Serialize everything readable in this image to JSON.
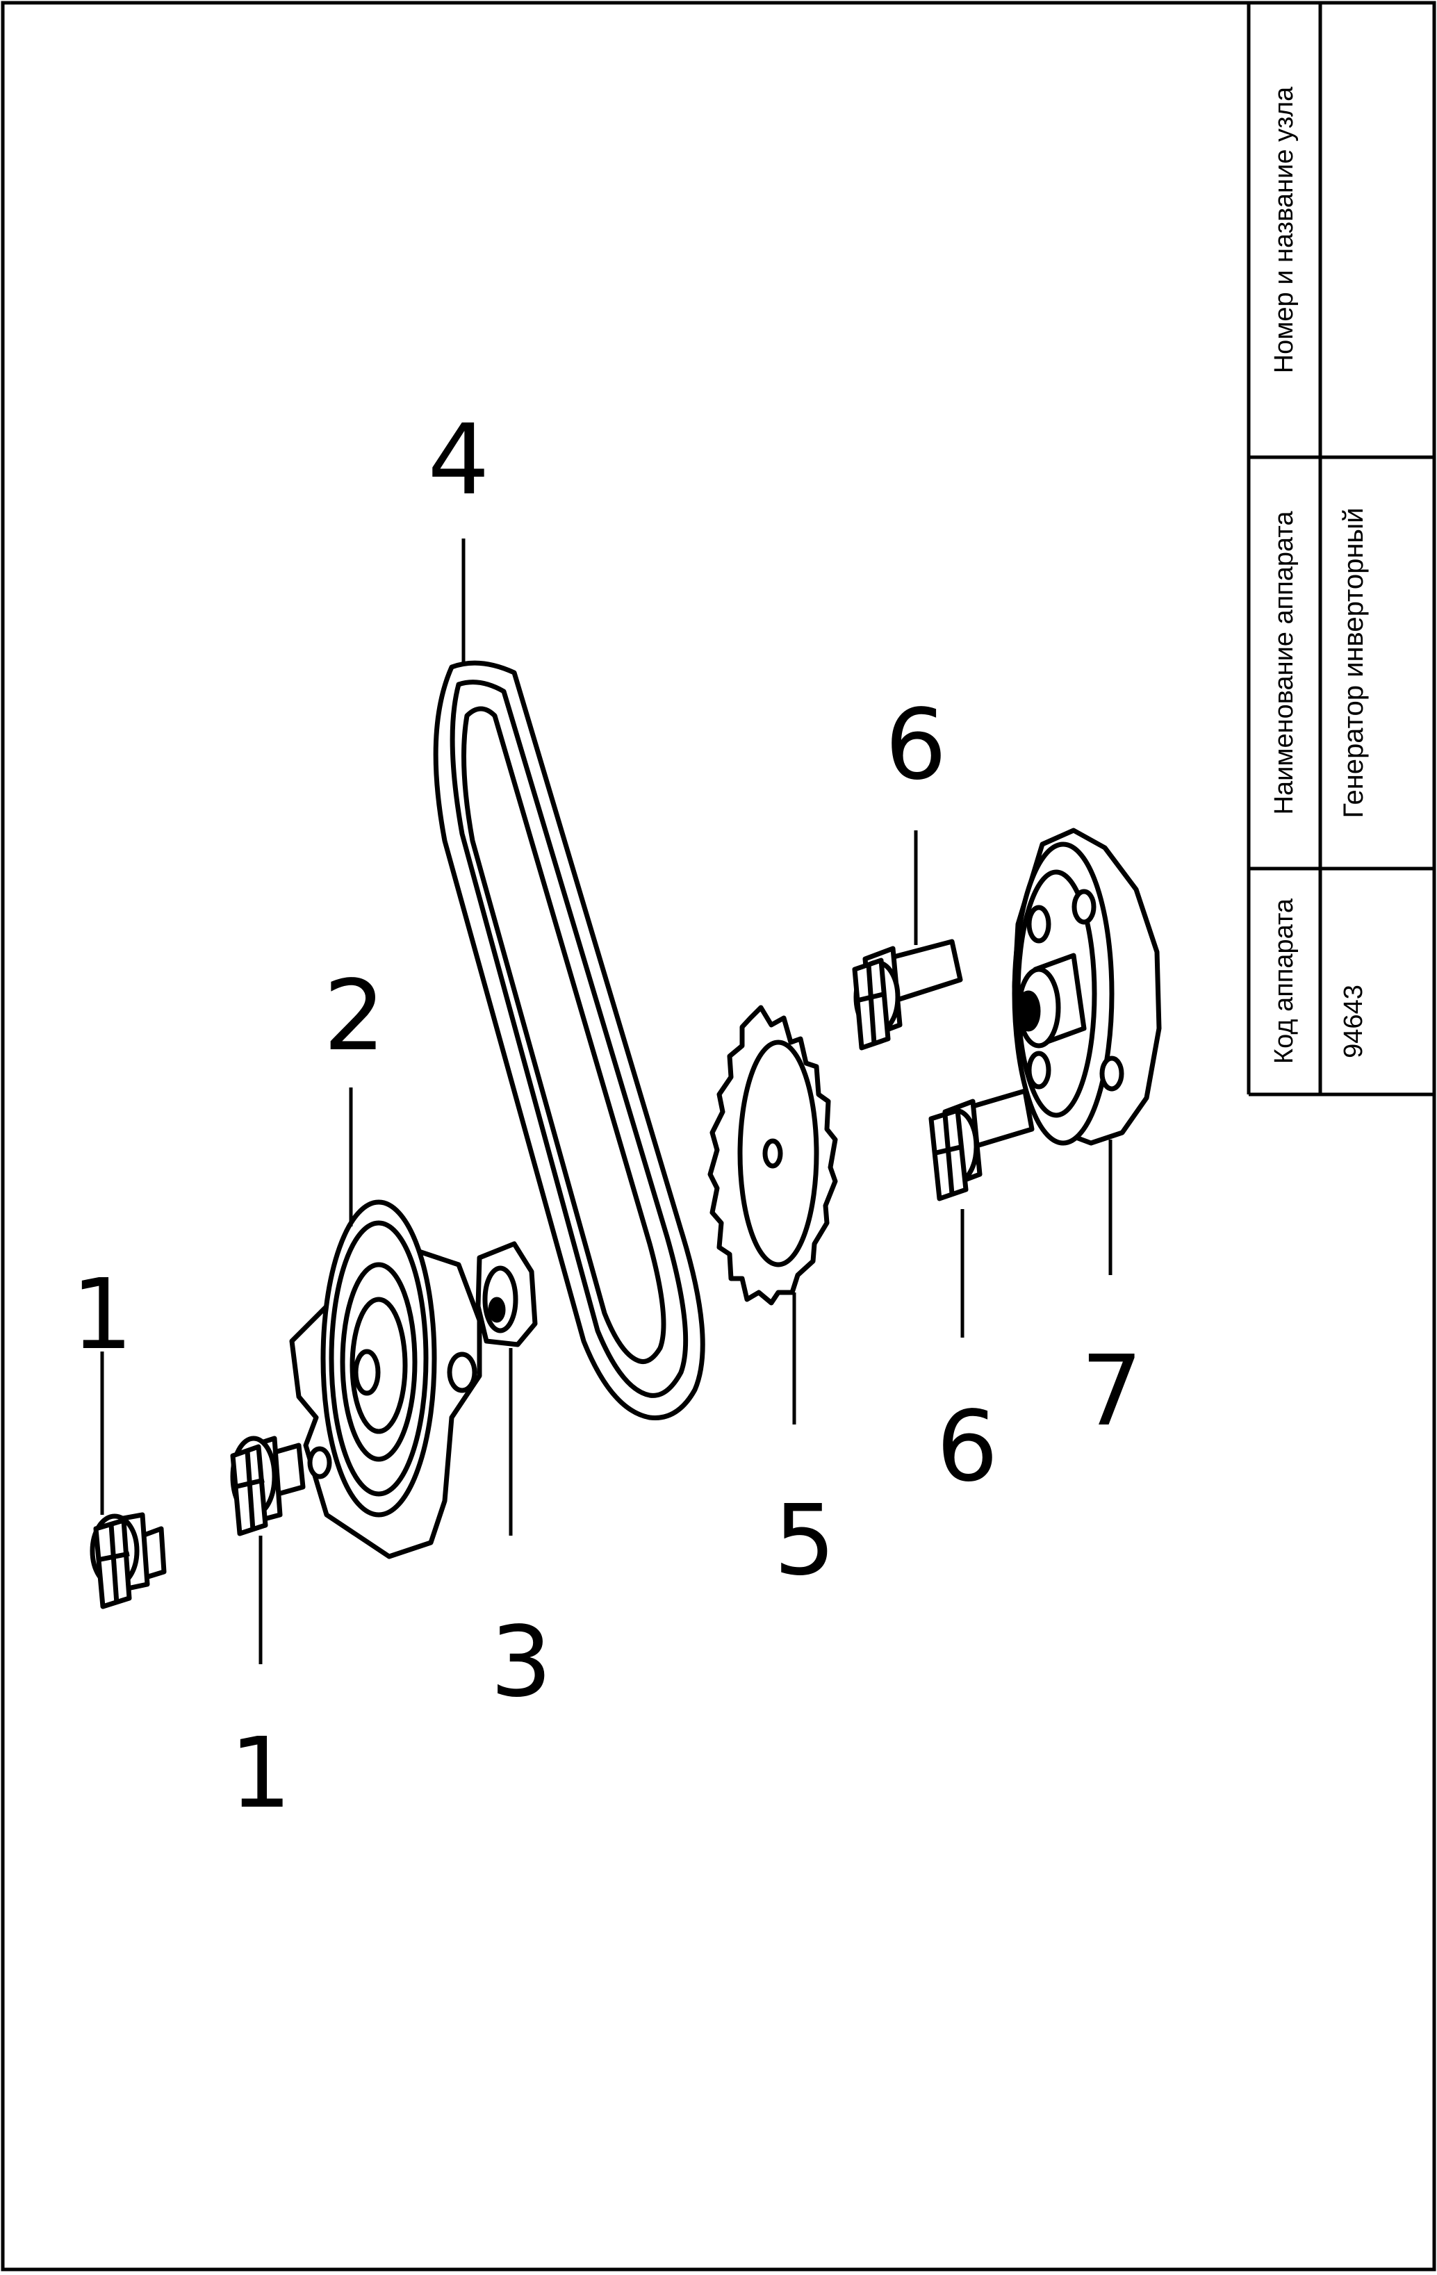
{
  "title_block": {
    "col_code_header": "Код аппарата",
    "col_name_header": "Наименование аппарата",
    "col_unit_header": "Номер и название узла",
    "code_value": "94643",
    "name_value": "Генератор инверторный",
    "unit_value": ""
  },
  "callouts": {
    "c1a": "1",
    "c1b": "1",
    "c2": "2",
    "c3": "3",
    "c4": "4",
    "c5": "5",
    "c6a": "6",
    "c6b": "6",
    "c7": "7"
  }
}
